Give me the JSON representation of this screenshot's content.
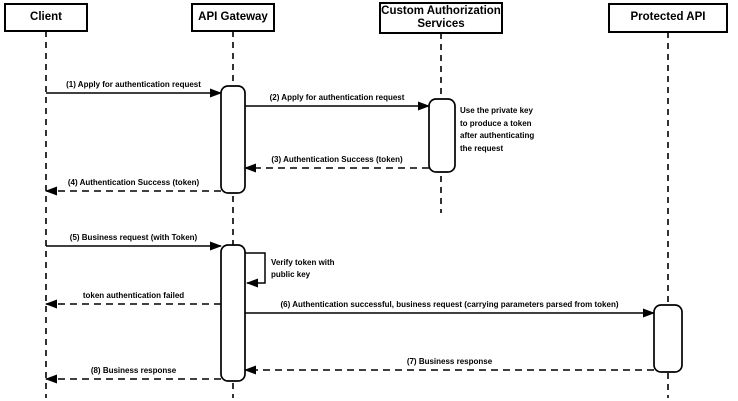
{
  "colors": {
    "ink": "#000000",
    "background": "#ffffff"
  },
  "diagram": {
    "type": "sequence-diagram",
    "actors": [
      {
        "label": "Client"
      },
      {
        "label": "API Gateway"
      },
      {
        "label": "Custom Authorization Services"
      },
      {
        "label": "Protected API"
      }
    ],
    "messages": [
      {
        "label": "(1) Apply for authentication request",
        "from": "Client",
        "to": "API Gateway",
        "line": "solid"
      },
      {
        "label": "(2) Apply for authentication request",
        "from": "API Gateway",
        "to": "Custom Authorization Services",
        "line": "solid"
      },
      {
        "label": "(3) Authentication Success (token)",
        "from": "Custom Authorization Services",
        "to": "API Gateway",
        "line": "dashed"
      },
      {
        "label": "(4) Authentication Success (token)",
        "from": "API Gateway",
        "to": "Client",
        "line": "dashed"
      },
      {
        "label": "(5) Business request (with Token)",
        "from": "Client",
        "to": "API Gateway",
        "line": "solid"
      },
      {
        "label": "Verify token with public key",
        "from": "API Gateway",
        "to": "API Gateway",
        "line": "solid",
        "kind": "self"
      },
      {
        "label": "token authentication failed",
        "from": "API Gateway",
        "to": "Client",
        "line": "dashed"
      },
      {
        "label": "(6) Authentication successful, business request (carrying parameters parsed from token)",
        "from": "API Gateway",
        "to": "Protected API",
        "line": "solid"
      },
      {
        "label": "(7) Business response",
        "from": "Protected API",
        "to": "API Gateway",
        "line": "dashed"
      },
      {
        "label": "(8) Business response",
        "from": "API Gateway",
        "to": "Client",
        "line": "dashed"
      }
    ],
    "notes": [
      {
        "text": "Use the private key to produce a token after authenticating the request",
        "attached_to": "Custom Authorization Services"
      }
    ]
  }
}
